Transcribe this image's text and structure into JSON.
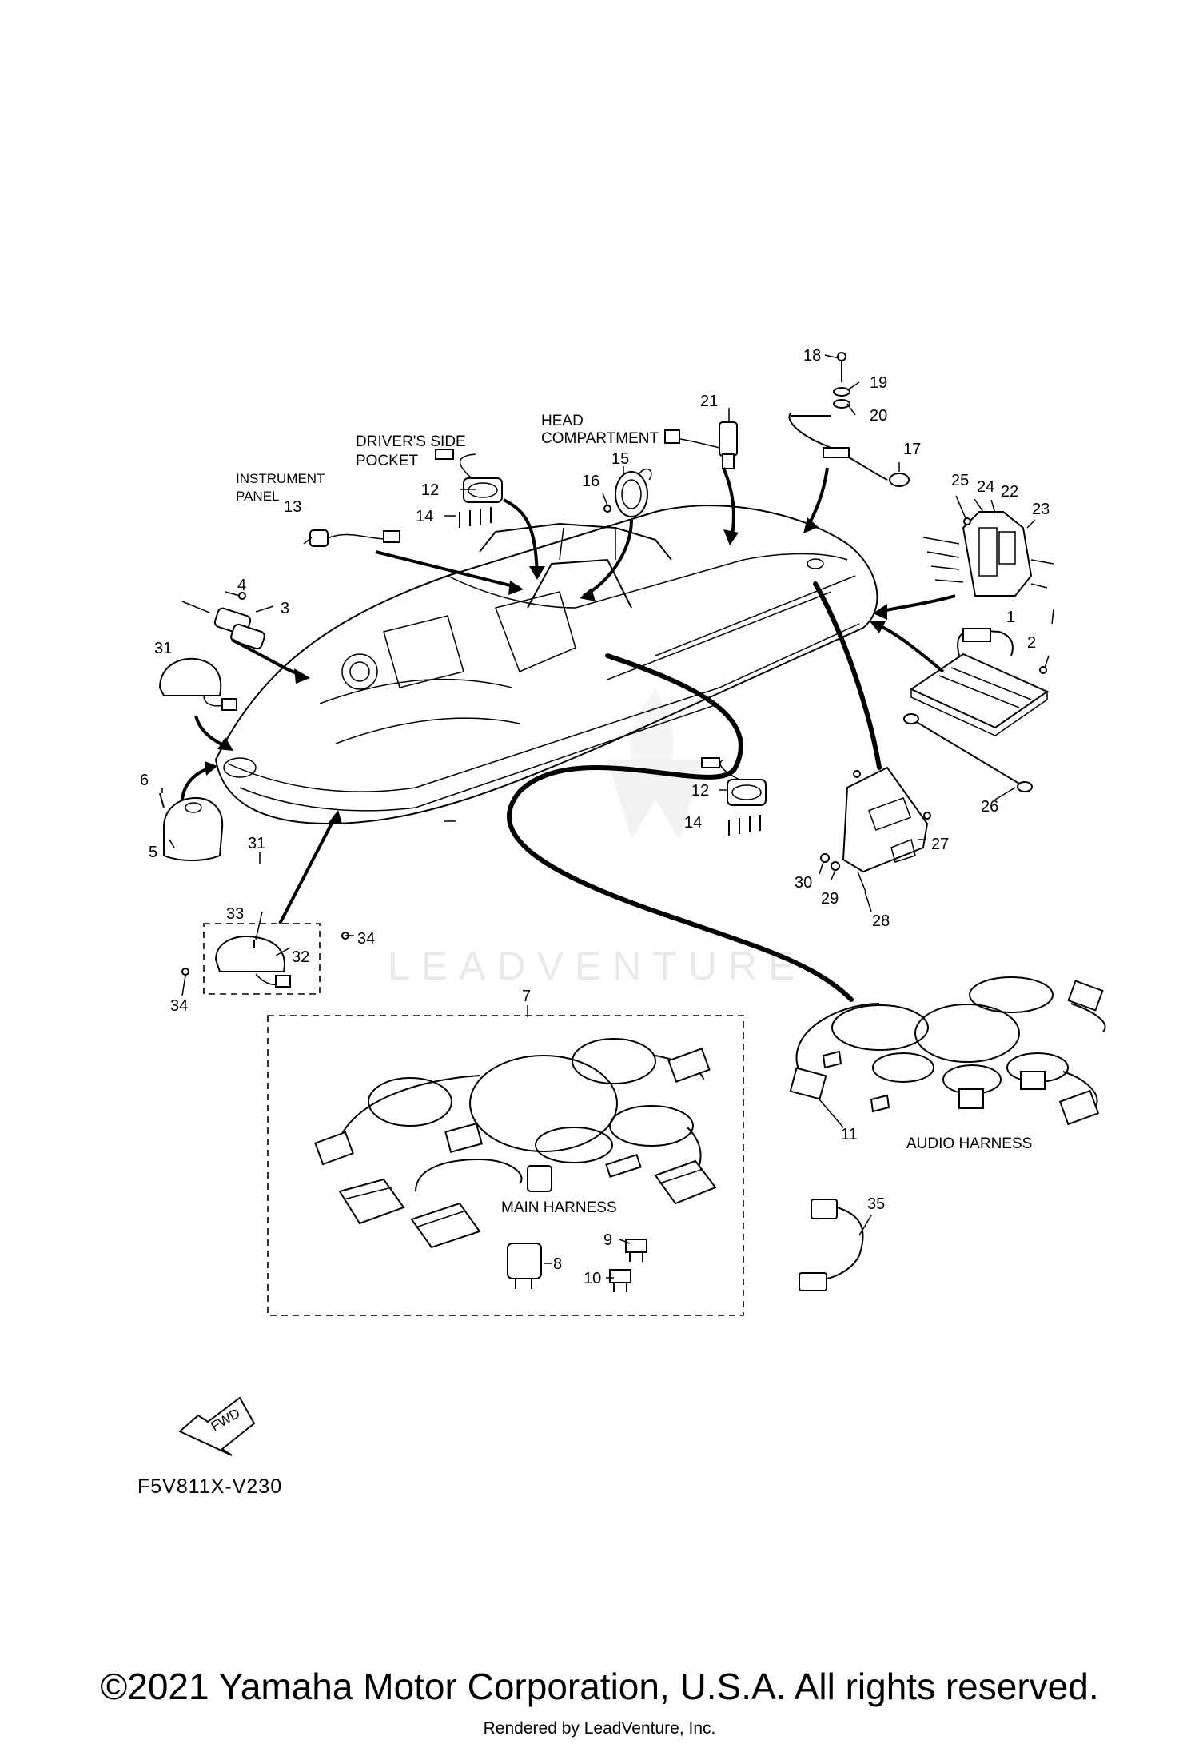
{
  "callouts": [
    "1",
    "2",
    "3",
    "4",
    "5",
    "6",
    "7",
    "8",
    "9",
    "10",
    "11",
    "12",
    "12",
    "13",
    "14",
    "14",
    "15",
    "16",
    "17",
    "18",
    "19",
    "20",
    "21",
    "22",
    "23",
    "24",
    "25",
    "26",
    "27",
    "28",
    "29",
    "30",
    "31",
    "31",
    "32",
    "33",
    "34",
    "34",
    "35"
  ],
  "area_labels": {
    "instrument_panel": [
      "INSTRUMENT",
      "PANEL"
    ],
    "drivers_side_pocket": [
      "DRIVER'S SIDE",
      "POCKET"
    ],
    "head_compartment": [
      "HEAD",
      "COMPARTMENT"
    ],
    "main_harness": "MAIN HARNESS",
    "audio_harness": "AUDIO HARNESS"
  },
  "fwd_label": "FWD",
  "watermark": "LEADVENTURE",
  "drawing_code": "F5V811X-V230",
  "copyright": "©2021 Yamaha Motor Corporation, U.S.A. All rights reserved.",
  "rendered_by": "Rendered by LeadVenture, Inc."
}
